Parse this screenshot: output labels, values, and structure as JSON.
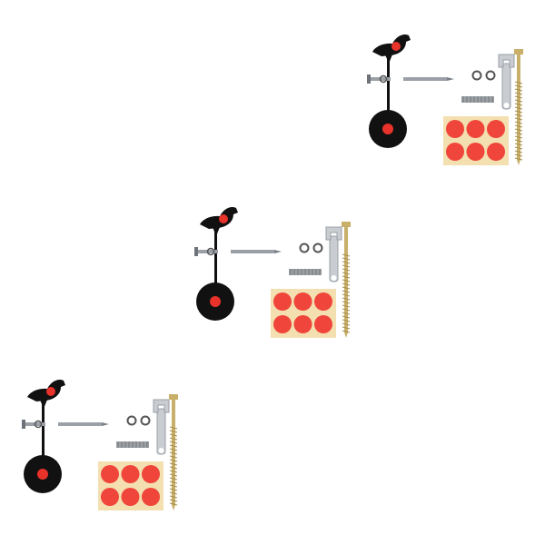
{
  "image": {
    "background": "#ffffff",
    "kit_count": 3,
    "kits": [
      {
        "id": "kit-1",
        "sticker_count": 6
      },
      {
        "id": "kit-2",
        "sticker_count": 6
      },
      {
        "id": "kit-3",
        "sticker_count": 6
      }
    ],
    "colors": {
      "target_black": "#111111",
      "accent_red": "#e8322a",
      "sticker_red": "#f0453a",
      "sticker_sheet": "#f3dfb0",
      "metal": "#9aa0a6",
      "wrench": "#c9cdd2",
      "screw_gold": "#c9b06a"
    }
  }
}
